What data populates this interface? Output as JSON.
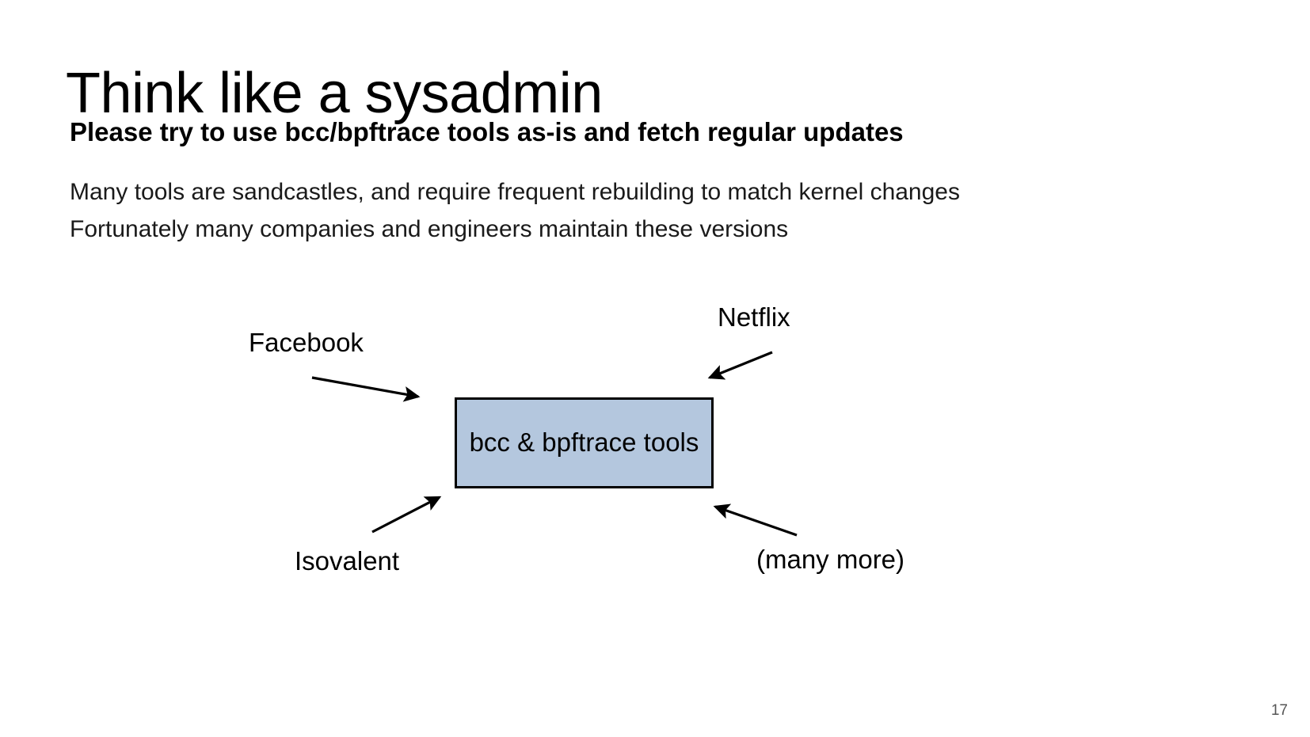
{
  "slide": {
    "title": "Think like a sysadmin",
    "subtitle": "Please try to use bcc/bpftrace tools as-is and fetch regular updates",
    "body": [
      "Many tools are sandcastles, and require frequent rebuilding to match kernel changes",
      "Fortunately many companies and engineers maintain these versions"
    ],
    "page_number": "17"
  },
  "diagram": {
    "center_box": {
      "label": "bcc & bpftrace tools",
      "fill_color": "#b4c7de",
      "border_color": "#000000"
    },
    "contributors": [
      {
        "label": "Facebook",
        "position": "top-left",
        "arrow": "down-right"
      },
      {
        "label": "Netflix",
        "position": "top-right",
        "arrow": "down-left"
      },
      {
        "label": "Isovalent",
        "position": "bottom-left",
        "arrow": "up-right"
      },
      {
        "label": "(many more)",
        "position": "bottom-right",
        "arrow": "up-left"
      }
    ],
    "arrow_color": "#000000"
  }
}
